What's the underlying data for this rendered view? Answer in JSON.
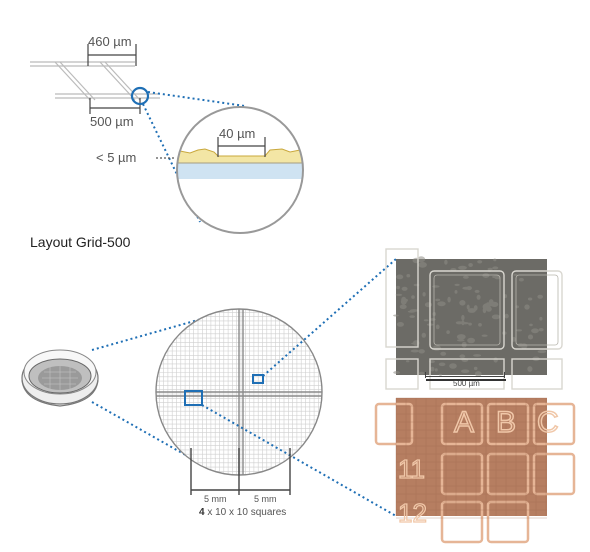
{
  "top_section": {
    "dim_top": "460 µm",
    "dim_bottom": "500 µm",
    "magnified_width": "40 µm",
    "thickness": "< 5 µm"
  },
  "layout_title": "Layout Grid-500",
  "grid_section": {
    "dim_left": "5 mm",
    "dim_right": "5 mm",
    "squares_bold": "4",
    "squares_rest": " x 10 x 10 squares",
    "micrograph_scale": "500 µm",
    "micrograph2_letters": [
      "A",
      "B",
      "C"
    ],
    "micrograph2_numbers": [
      "11",
      "12"
    ]
  },
  "colors": {
    "accent_blue": "#1f6fb5",
    "film_yellow": "#f3e6a5",
    "substrate_blue": "#cfe3f2"
  }
}
